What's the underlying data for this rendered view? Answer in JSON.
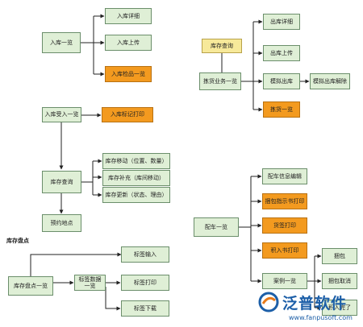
{
  "nodes": {
    "inbound_overview": "入库一览",
    "inbound_detail": "入库详细",
    "inbound_upload": "入库上传",
    "inbound_inspect": "入库检品一览",
    "inventory_query_top": "库存查询",
    "picking_overview": "拣货业务一览",
    "outbound_detail": "出库详细",
    "outbound_upload": "出库上传",
    "simulate_outbound": "模拟出库",
    "simulate_cancel": "模拟出库解除",
    "picking_list": "拣货一览",
    "inbound_receive": "入库受入一览",
    "inbound_label_print": "入库标记打印",
    "inventory_query": "库存查询",
    "stock_move": "库存移动（位置、数量）",
    "stock_replenish": "库存补充（库间移动）",
    "stock_update": "库存更新（状态、理由）",
    "reserve_location": "预约地点",
    "stocktake_title": "库存盘点",
    "stocktake_overview": "库存盘点一览",
    "label_data": "标签数据一览",
    "label_input": "标签输入",
    "label_print": "标签打印",
    "label_download": "标签下载",
    "dispatch_overview": "配车一览",
    "dispatch_info_edit": "配车信息编辑",
    "pack_instruction_print": "捆包指示书打印",
    "cargo_print": "货签打印",
    "loading_print": "积入书打印",
    "case_overview": "案例一览",
    "pack": "捆包",
    "pack_cancel": "捆包取消",
    "loading_done": "积入完了"
  },
  "logo": {
    "name": "泛普软件",
    "url": "www.fanpusoft.com"
  },
  "colors": {
    "green": "#dfefd6",
    "orange": "#f39a1f",
    "yellow": "#f7e99a",
    "line": "#222222",
    "brand": "#1d5fa8"
  }
}
